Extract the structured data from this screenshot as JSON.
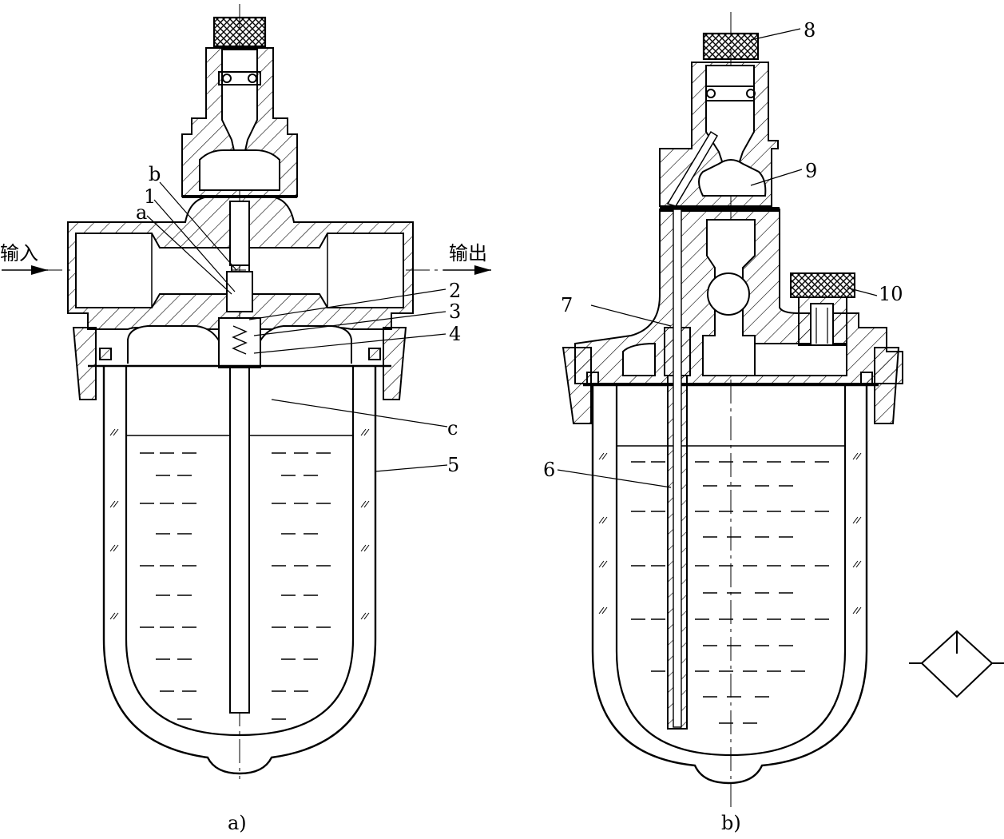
{
  "figure_a": {
    "caption": "a)",
    "input_label": "输入",
    "output_label": "输出",
    "labels": [
      "b",
      "1",
      "a",
      "2",
      "3",
      "4",
      "c",
      "5"
    ]
  },
  "figure_b": {
    "caption": "b)",
    "labels": [
      "8",
      "9",
      "7",
      "10",
      "6"
    ]
  },
  "colors": {
    "line": "#000000",
    "background": "#ffffff"
  },
  "symbol": "filter-symbol"
}
